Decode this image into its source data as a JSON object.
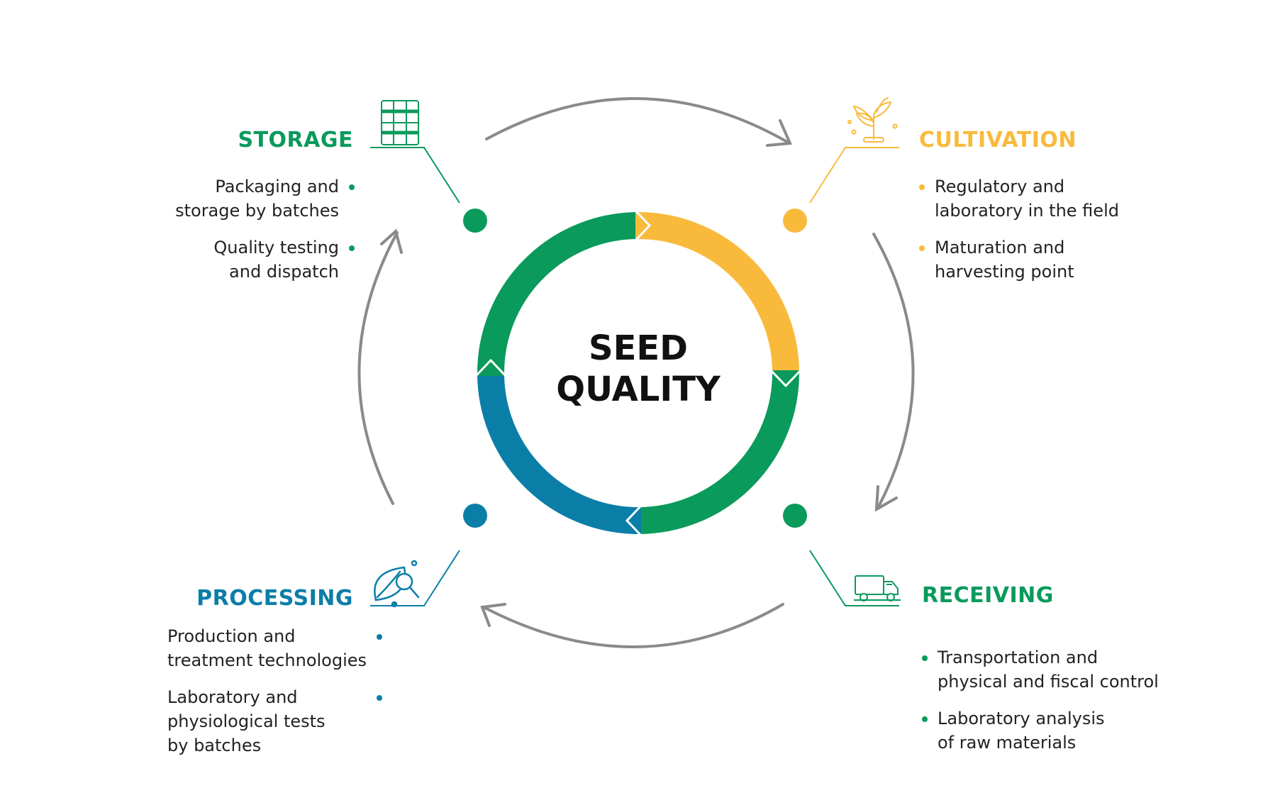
{
  "center": {
    "line1": "SEED",
    "line2": "QUALITY"
  },
  "colors": {
    "green": "#0a9a5c",
    "yellow": "#f9ba3c",
    "blue": "#0b7ea8",
    "arrow": "#8a8a8a"
  },
  "stages": {
    "storage": {
      "title": "STORAGE",
      "icon": "pallet-grid-icon",
      "items": [
        "Packaging and\nstorage by batches",
        "Quality testing\nand dispatch"
      ]
    },
    "cultivation": {
      "title": "CULTIVATION",
      "icon": "plant-sprout-icon",
      "items": [
        "Regulatory and\nlaboratory in the field",
        "Maturation and\n harvesting point"
      ]
    },
    "receiving": {
      "title": "RECEIVING",
      "icon": "delivery-truck-icon",
      "items": [
        "Transportation and\nphysical and fiscal control",
        "Laboratory analysis\nof raw materials"
      ]
    },
    "processing": {
      "title": "PROCESSING",
      "icon": "leaf-magnifier-icon",
      "items": [
        "Production and\ntreatment technologies",
        "Laboratory and\nphysiological tests\nby batches"
      ]
    }
  }
}
